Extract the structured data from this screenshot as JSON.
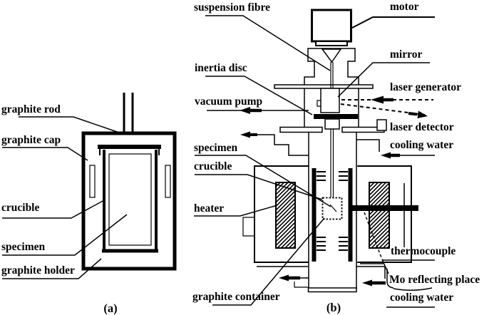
{
  "figure": {
    "panel_a": {
      "caption": "(a)",
      "labels": {
        "graphite_rod": "graphite rod",
        "graphite_cap": "graphite cap",
        "crucible": "crucible",
        "specimen": "specimen",
        "graphite_holder": "graphite holder"
      }
    },
    "panel_b": {
      "caption": "(b)",
      "labels": {
        "suspension_fibre": "suspension fibre",
        "motor": "motor",
        "inertia_disc": "inertia disc",
        "mirror": "mirror",
        "vacuum_pump": "vacuum pump",
        "laser_generator": "laser generator",
        "laser_detector": "laser detector",
        "cooling_water_top": "cooling water",
        "specimen": "specimen",
        "crucible": "crucible",
        "heater": "heater",
        "thermocouple": "thermocouple",
        "mo_reflecting_place": "Mo reflecting place",
        "cooling_water_bottom": "cooling water",
        "graphite_container": "graphite container"
      }
    },
    "colors": {
      "ink": "#000000",
      "background": "#ffffff"
    }
  }
}
